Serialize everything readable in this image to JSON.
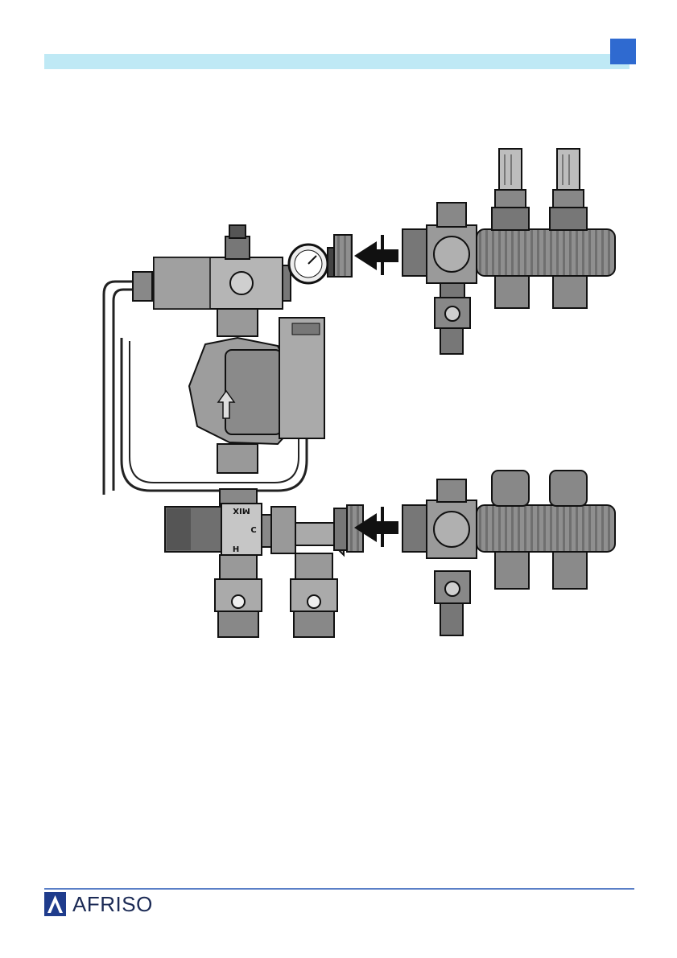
{
  "brand": {
    "logo_text": "AFRISO"
  },
  "figure": {
    "labels": {
      "mix": "MIX",
      "c": "C",
      "h": "H"
    }
  },
  "colors": {
    "header_bar": "#bfe9f5",
    "corner_square": "#2f6ad0",
    "footer_rule": "#5a7fc7",
    "logo_blue": "#1f3c8c"
  }
}
